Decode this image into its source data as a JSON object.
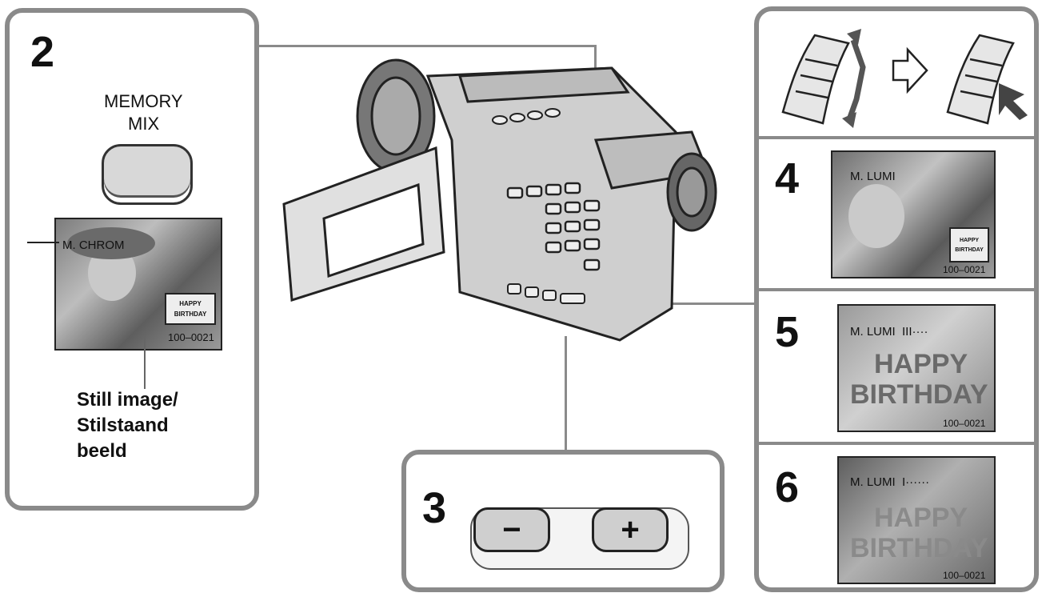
{
  "left_panel": {
    "step": "2",
    "button_label_line1": "MEMORY",
    "button_label_line2": "MIX",
    "osd": "M. CHROM",
    "inset_line1": "HAPPY",
    "inset_line2": "BIRTHDAY",
    "file_no": "100–0021",
    "caption_line1": "Still image/",
    "caption_line2": "Stilstaand",
    "caption_line3": "beeld"
  },
  "center_panel": {
    "step": "3",
    "minus": "−",
    "plus": "+"
  },
  "right_column": {
    "step4": {
      "num": "4",
      "osd": "M. LUMI",
      "inset_line1": "HAPPY",
      "inset_line2": "BIRTHDAY",
      "file_no": "100–0021"
    },
    "step5": {
      "num": "5",
      "osd": "M. LUMI  III····",
      "big_line1": "HAPPY",
      "big_line2": "BIRTHDAY",
      "file_no": "100–0021"
    },
    "step6": {
      "num": "6",
      "osd": "M. LUMI  I······",
      "big_line1": "HAPPY",
      "big_line2": "BIRTHDAY",
      "file_no": "100–0021"
    }
  }
}
